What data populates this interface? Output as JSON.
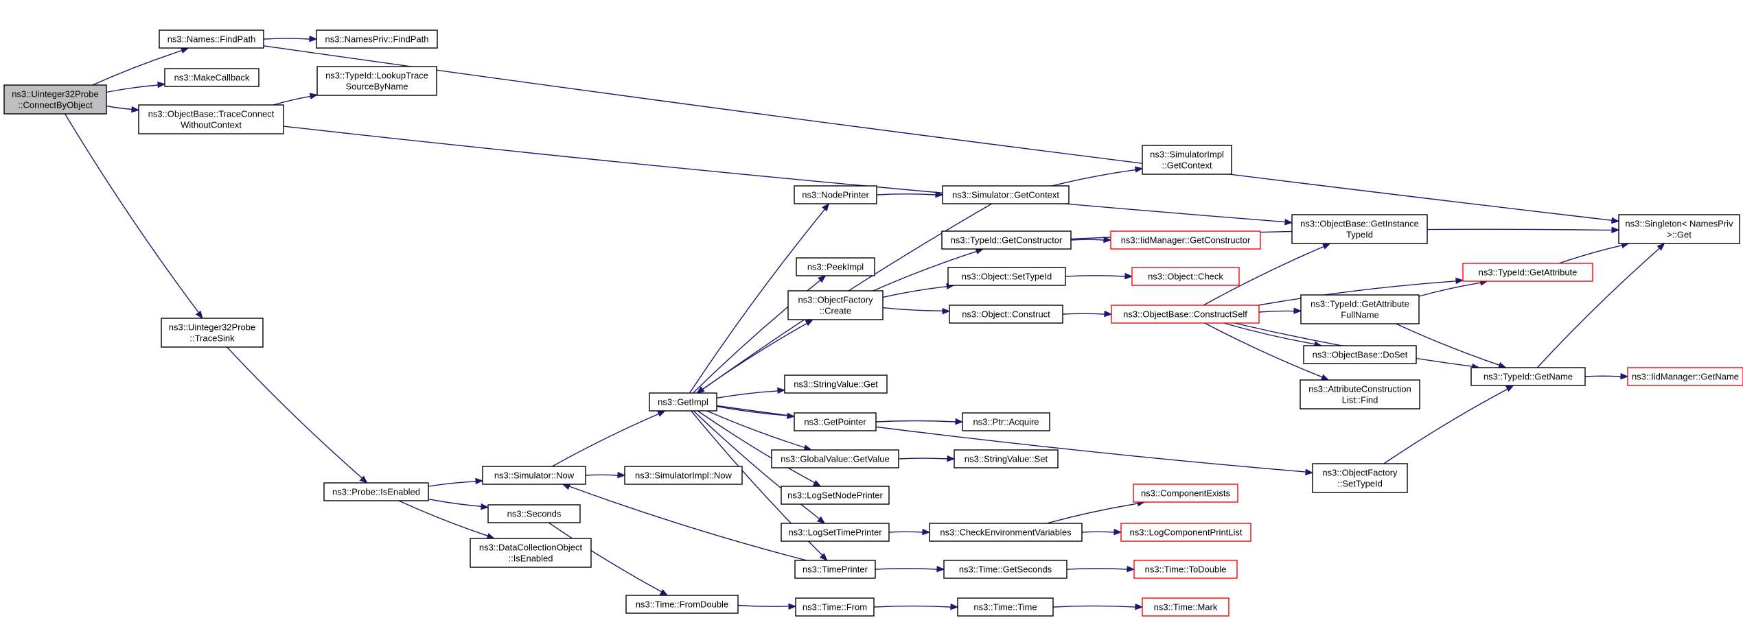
{
  "colors": {
    "edge": "#191970",
    "normal_border": "#000000",
    "truncated_border": "#ff0000",
    "root_fill": "#bfbfbf",
    "node_fill": "#ffffff"
  },
  "nodes": [
    {
      "id": "root",
      "lines": [
        "ns3::Uinteger32Probe",
        "::ConnectByObject"
      ],
      "style": "root"
    },
    {
      "id": "names_findpath",
      "lines": [
        "ns3::Names::FindPath"
      ],
      "style": "normal"
    },
    {
      "id": "namespriv_findpath",
      "lines": [
        "ns3::NamesPriv::FindPath"
      ],
      "style": "normal"
    },
    {
      "id": "makecallback",
      "lines": [
        "ns3::MakeCallback"
      ],
      "style": "normal"
    },
    {
      "id": "tracectx",
      "lines": [
        "ns3::ObjectBase::TraceConnect",
        "WithoutContext"
      ],
      "style": "normal"
    },
    {
      "id": "lookuptrace",
      "lines": [
        "ns3::TypeId::LookupTrace",
        "SourceByName"
      ],
      "style": "normal"
    },
    {
      "id": "singleton",
      "lines": [
        "ns3::Singleton< NamesPriv",
        ">::Get"
      ],
      "style": "normal"
    },
    {
      "id": "getinstancetypeid",
      "lines": [
        "ns3::ObjectBase::GetInstance",
        "TypeId"
      ],
      "style": "normal"
    },
    {
      "id": "tracesink",
      "lines": [
        "ns3::Uinteger32Probe",
        "::TraceSink"
      ],
      "style": "normal"
    },
    {
      "id": "isenabled",
      "lines": [
        "ns3::Probe::IsEnabled"
      ],
      "style": "normal"
    },
    {
      "id": "sim_now",
      "lines": [
        "ns3::Simulator::Now"
      ],
      "style": "normal"
    },
    {
      "id": "seconds",
      "lines": [
        "ns3::Seconds"
      ],
      "style": "normal"
    },
    {
      "id": "dco_isenabled",
      "lines": [
        "ns3::DataCollectionObject",
        "::IsEnabled"
      ],
      "style": "normal"
    },
    {
      "id": "simimpl_now",
      "lines": [
        "ns3::SimulatorImpl::Now"
      ],
      "style": "normal"
    },
    {
      "id": "getimpl",
      "lines": [
        "ns3::GetImpl"
      ],
      "style": "normal"
    },
    {
      "id": "fromdouble",
      "lines": [
        "ns3::Time::FromDouble"
      ],
      "style": "normal"
    },
    {
      "id": "nodeprinter",
      "lines": [
        "ns3::NodePrinter"
      ],
      "style": "normal"
    },
    {
      "id": "peekimpl",
      "lines": [
        "ns3::PeekImpl"
      ],
      "style": "normal"
    },
    {
      "id": "objfactory_create",
      "lines": [
        "ns3::ObjectFactory",
        "::Create"
      ],
      "style": "normal"
    },
    {
      "id": "stringvalue_get",
      "lines": [
        "ns3::StringValue::Get"
      ],
      "style": "normal"
    },
    {
      "id": "getpointer",
      "lines": [
        "ns3::GetPointer"
      ],
      "style": "normal"
    },
    {
      "id": "globalvalue_getvalue",
      "lines": [
        "ns3::GlobalValue::GetValue"
      ],
      "style": "normal"
    },
    {
      "id": "logsetnodeprinter",
      "lines": [
        "ns3::LogSetNodePrinter"
      ],
      "style": "normal"
    },
    {
      "id": "logsettimeprinter",
      "lines": [
        "ns3::LogSetTimePrinter"
      ],
      "style": "normal"
    },
    {
      "id": "timeprinter",
      "lines": [
        "ns3::TimePrinter"
      ],
      "style": "normal"
    },
    {
      "id": "time_from",
      "lines": [
        "ns3::Time::From"
      ],
      "style": "normal"
    },
    {
      "id": "sim_getcontext",
      "lines": [
        "ns3::Simulator::GetContext"
      ],
      "style": "normal"
    },
    {
      "id": "simimpl_getcontext",
      "lines": [
        "ns3::SimulatorImpl",
        "::GetContext"
      ],
      "style": "normal"
    },
    {
      "id": "typeid_getconstructor",
      "lines": [
        "ns3::TypeId::GetConstructor"
      ],
      "style": "normal"
    },
    {
      "id": "iidmanager_getconstructor",
      "lines": [
        "ns3::IidManager::GetConstructor"
      ],
      "style": "truncated"
    },
    {
      "id": "object_settypeid",
      "lines": [
        "ns3::Object::SetTypeId"
      ],
      "style": "normal"
    },
    {
      "id": "object_check",
      "lines": [
        "ns3::Object::Check"
      ],
      "style": "truncated"
    },
    {
      "id": "object_construct",
      "lines": [
        "ns3::Object::Construct"
      ],
      "style": "normal"
    },
    {
      "id": "constructself",
      "lines": [
        "ns3::ObjectBase::ConstructSelf"
      ],
      "style": "truncated"
    },
    {
      "id": "ptr_acquire",
      "lines": [
        "ns3::Ptr::Acquire"
      ],
      "style": "normal"
    },
    {
      "id": "stringvalue_set",
      "lines": [
        "ns3::StringValue::Set"
      ],
      "style": "normal"
    },
    {
      "id": "checkenv",
      "lines": [
        "ns3::CheckEnvironmentVariables"
      ],
      "style": "normal"
    },
    {
      "id": "componentexists",
      "lines": [
        "ns3::ComponentExists"
      ],
      "style": "truncated"
    },
    {
      "id": "logcomponentprintlist",
      "lines": [
        "ns3::LogComponentPrintList"
      ],
      "style": "truncated"
    },
    {
      "id": "time_getseconds",
      "lines": [
        "ns3::Time::GetSeconds"
      ],
      "style": "normal"
    },
    {
      "id": "time_todouble",
      "lines": [
        "ns3::Time::ToDouble"
      ],
      "style": "truncated"
    },
    {
      "id": "time_time",
      "lines": [
        "ns3::Time::Time"
      ],
      "style": "normal"
    },
    {
      "id": "time_mark",
      "lines": [
        "ns3::Time::Mark"
      ],
      "style": "truncated"
    },
    {
      "id": "typeid_getattribute",
      "lines": [
        "ns3::TypeId::GetAttribute"
      ],
      "style": "truncated"
    },
    {
      "id": "getattributefullname",
      "lines": [
        "ns3::TypeId::GetAttribute",
        "FullName"
      ],
      "style": "normal"
    },
    {
      "id": "objectbase_doset",
      "lines": [
        "ns3::ObjectBase::DoSet"
      ],
      "style": "normal"
    },
    {
      "id": "attrconstr_find",
      "lines": [
        "ns3::AttributeConstruction",
        "List::Find"
      ],
      "style": "normal"
    },
    {
      "id": "typeid_getname",
      "lines": [
        "ns3::TypeId::GetName"
      ],
      "style": "normal"
    },
    {
      "id": "iidmanager_getname",
      "lines": [
        "ns3::IidManager::GetName"
      ],
      "style": "truncated"
    },
    {
      "id": "objfactory_settypeid",
      "lines": [
        "ns3::ObjectFactory",
        "::SetTypeId"
      ],
      "style": "normal"
    }
  ],
  "edges": [
    [
      "root",
      "names_findpath"
    ],
    [
      "root",
      "makecallback"
    ],
    [
      "root",
      "tracectx"
    ],
    [
      "root",
      "tracesink"
    ],
    [
      "names_findpath",
      "namespriv_findpath"
    ],
    [
      "names_findpath",
      "singleton"
    ],
    [
      "tracectx",
      "lookuptrace"
    ],
    [
      "tracectx",
      "getinstancetypeid"
    ],
    [
      "tracesink",
      "isenabled"
    ],
    [
      "isenabled",
      "sim_now"
    ],
    [
      "isenabled",
      "seconds"
    ],
    [
      "isenabled",
      "dco_isenabled"
    ],
    [
      "sim_now",
      "simimpl_now"
    ],
    [
      "sim_now",
      "getimpl"
    ],
    [
      "seconds",
      "fromdouble"
    ],
    [
      "fromdouble",
      "time_from"
    ],
    [
      "time_from",
      "time_time"
    ],
    [
      "time_time",
      "time_mark"
    ],
    [
      "getimpl",
      "nodeprinter"
    ],
    [
      "getimpl",
      "peekimpl"
    ],
    [
      "getimpl",
      "objfactory_create"
    ],
    [
      "getimpl",
      "stringvalue_get"
    ],
    [
      "getimpl",
      "getpointer"
    ],
    [
      "getimpl",
      "globalvalue_getvalue"
    ],
    [
      "getimpl",
      "logsetnodeprinter"
    ],
    [
      "getimpl",
      "logsettimeprinter"
    ],
    [
      "getimpl",
      "timeprinter"
    ],
    [
      "getimpl",
      "objfactory_settypeid"
    ],
    [
      "nodeprinter",
      "sim_getcontext"
    ],
    [
      "sim_getcontext",
      "simimpl_getcontext"
    ],
    [
      "sim_getcontext",
      "getimpl"
    ],
    [
      "timeprinter",
      "sim_now"
    ],
    [
      "timeprinter",
      "time_getseconds"
    ],
    [
      "time_getseconds",
      "time_todouble"
    ],
    [
      "objfactory_create",
      "typeid_getconstructor"
    ],
    [
      "objfactory_create",
      "object_settypeid"
    ],
    [
      "objfactory_create",
      "object_construct"
    ],
    [
      "typeid_getconstructor",
      "iidmanager_getconstructor"
    ],
    [
      "typeid_getconstructor",
      "singleton"
    ],
    [
      "object_settypeid",
      "object_check"
    ],
    [
      "object_construct",
      "constructself"
    ],
    [
      "getpointer",
      "ptr_acquire"
    ],
    [
      "globalvalue_getvalue",
      "stringvalue_set"
    ],
    [
      "logsettimeprinter",
      "checkenv"
    ],
    [
      "checkenv",
      "componentexists"
    ],
    [
      "checkenv",
      "logcomponentprintlist"
    ],
    [
      "constructself",
      "getinstancetypeid"
    ],
    [
      "constructself",
      "typeid_getattribute"
    ],
    [
      "constructself",
      "getattributefullname"
    ],
    [
      "constructself",
      "objectbase_doset"
    ],
    [
      "constructself",
      "attrconstr_find"
    ],
    [
      "constructself",
      "typeid_getname"
    ],
    [
      "getattributefullname",
      "typeid_getattribute"
    ],
    [
      "getattributefullname",
      "typeid_getname"
    ],
    [
      "typeid_getattribute",
      "singleton"
    ],
    [
      "typeid_getname",
      "singleton"
    ],
    [
      "typeid_getname",
      "iidmanager_getname"
    ],
    [
      "objfactory_settypeid",
      "typeid_getname"
    ]
  ]
}
